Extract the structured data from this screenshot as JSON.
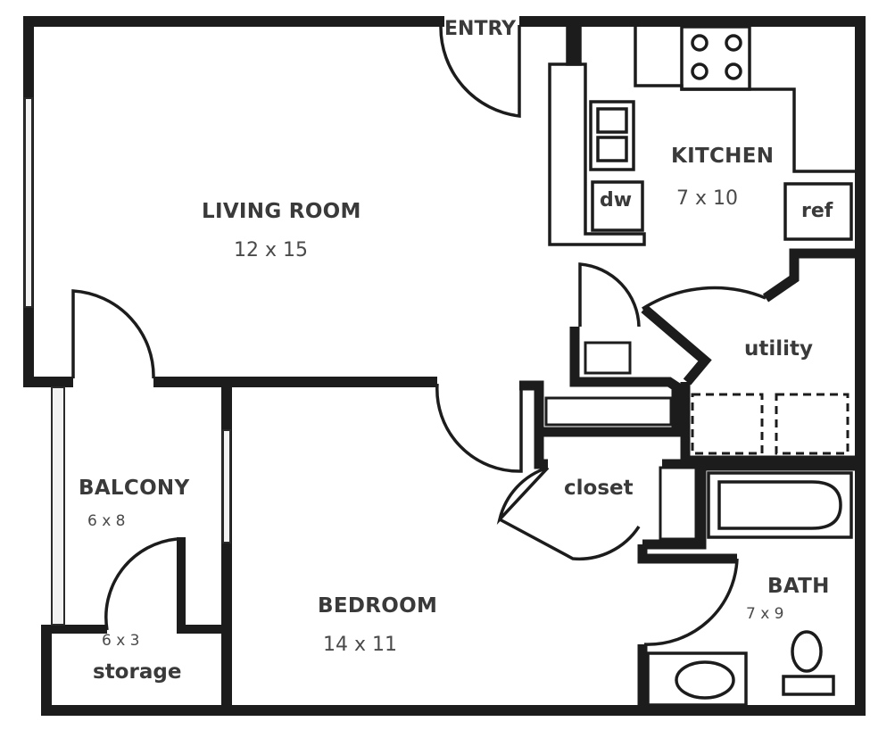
{
  "rooms": {
    "entry": {
      "label": "ENTRY"
    },
    "living": {
      "label": "LIVING ROOM",
      "dims": "12 x 15"
    },
    "kitchen": {
      "label": "KITCHEN",
      "dims": "7 x 10"
    },
    "utility": {
      "label": "utility"
    },
    "closet": {
      "label": "closet"
    },
    "balcony": {
      "label": "BALCONY",
      "dims": "6 x 8"
    },
    "storage": {
      "label": "storage",
      "dims": "6 x 3"
    },
    "bedroom": {
      "label": "BEDROOM",
      "dims": "14 x 11"
    },
    "bath": {
      "label": "BATH",
      "dims": "7 x 9"
    }
  },
  "fixtures": {
    "dishwasher": "dw",
    "refrigerator": "ref"
  },
  "colors": {
    "wall": "#1c1c1c",
    "line": "#2a2a2a",
    "window": "#e9e9e9"
  }
}
